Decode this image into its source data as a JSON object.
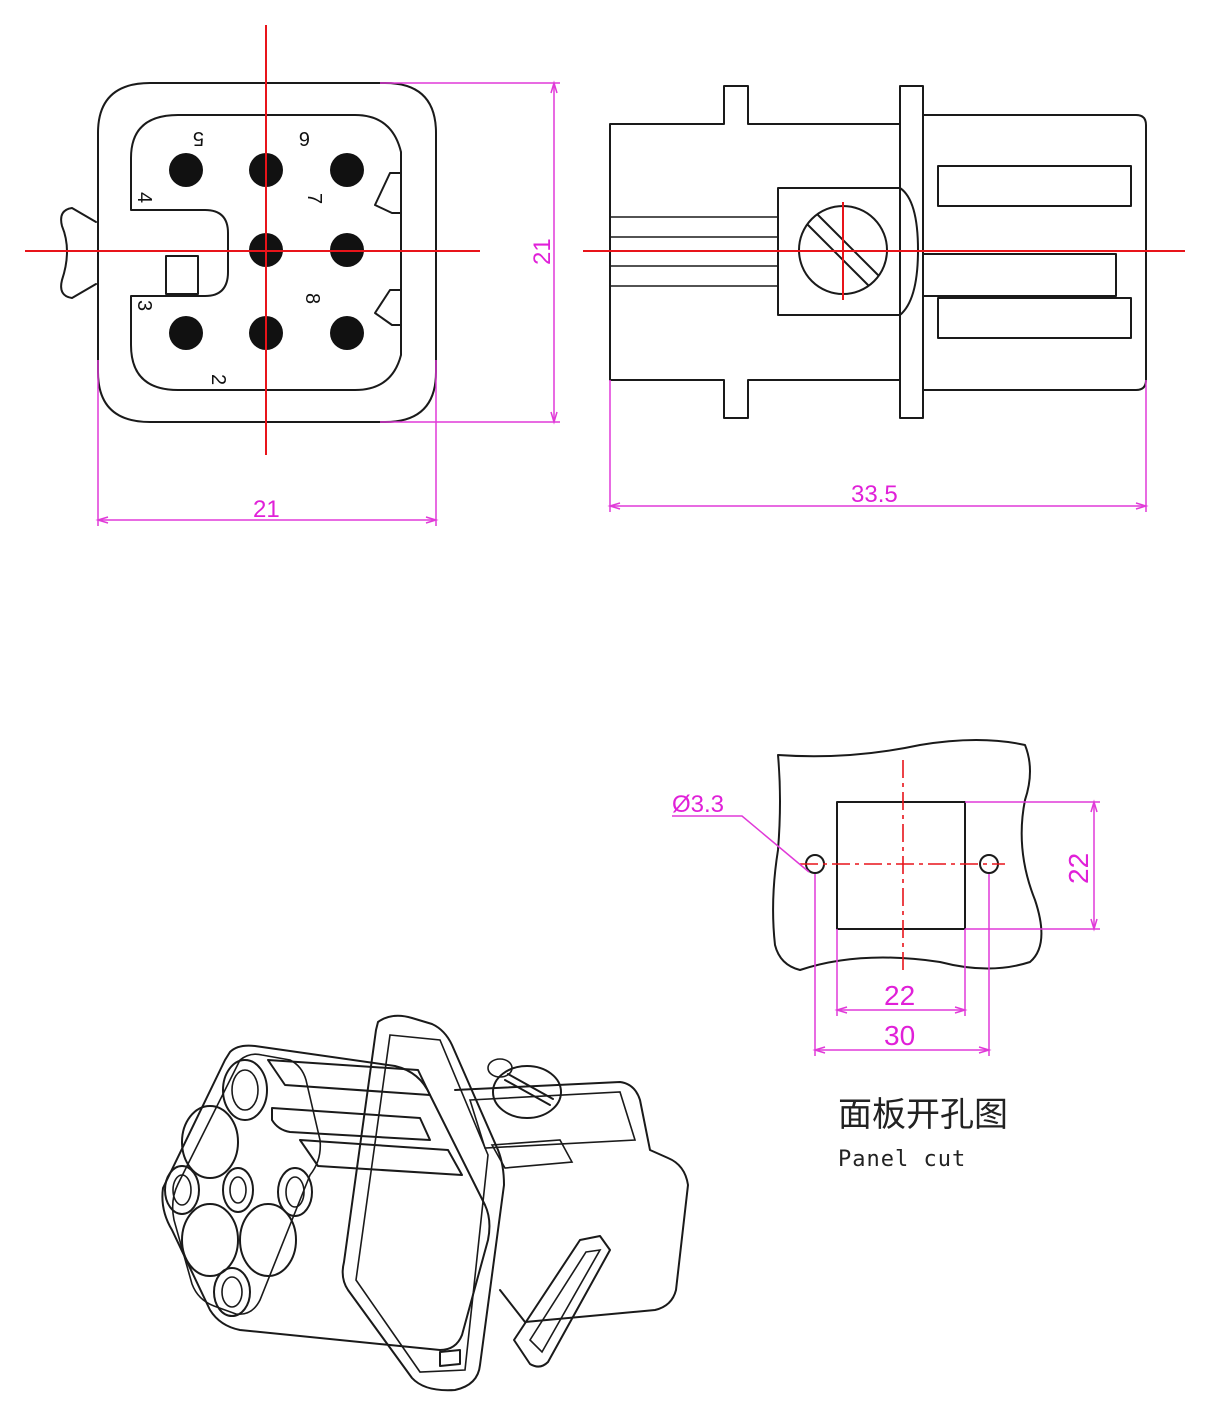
{
  "front_view": {
    "pin_labels": [
      "5",
      "6",
      "4",
      "7",
      "3",
      "8",
      "2"
    ],
    "dim_width": "21",
    "dim_height": "21"
  },
  "side_view": {
    "dim_length": "33.5"
  },
  "panel_cut": {
    "hole_diameter": "Ø3.3",
    "cut_height": "22",
    "cut_width": "22",
    "hole_spacing": "30",
    "caption_cn": "面板开孔图",
    "caption_en": "Panel cut"
  },
  "colors": {
    "outline": "#1a1a1a",
    "centerline": "#e8141a",
    "dimension": "#e03ad8"
  }
}
